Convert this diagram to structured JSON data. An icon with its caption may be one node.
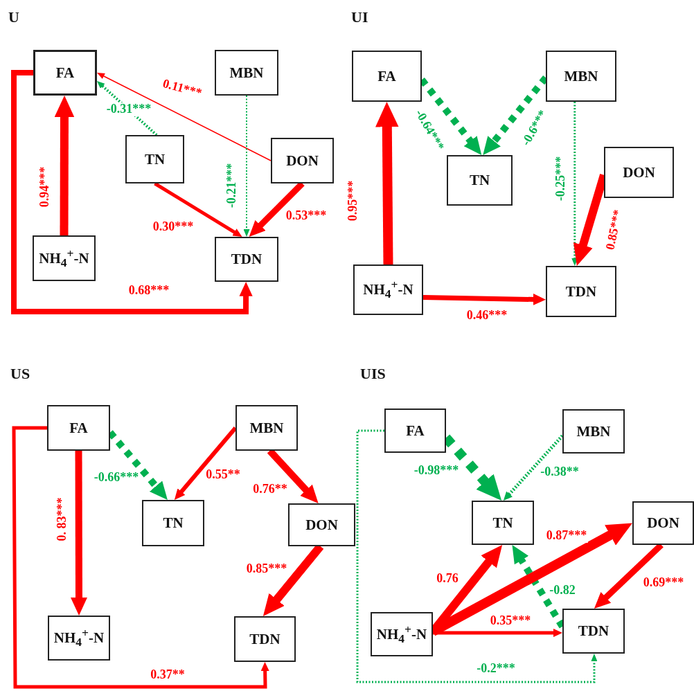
{
  "diagram": {
    "nodes": [
      {
        "text": [
          "FA"
        ]
      },
      {
        "text": [
          "MBN"
        ]
      },
      {
        "text": [
          "TN"
        ]
      },
      {
        "text": [
          "DON"
        ]
      },
      {
        "text": [
          "NH$_{4}$$^{+}$-N"
        ]
      },
      {
        "text": [
          "TDN"
        ]
      },
      {
        "text": [
          "FA"
        ]
      },
      {
        "text": [
          "MBN"
        ]
      },
      {
        "text": [
          "TN"
        ]
      },
      {
        "text": [
          "DON"
        ]
      },
      {
        "text": [
          "NH$_{4}$$^{+}$-N"
        ]
      },
      {
        "text": [
          "TDN"
        ]
      },
      {
        "text": [
          "FA"
        ]
      },
      {
        "text": [
          "MBN"
        ]
      },
      {
        "text": [
          "TN"
        ]
      },
      {
        "text": [
          "DON"
        ]
      },
      {
        "text": [
          "NH$_{4}$$^{+}$-N"
        ]
      },
      {
        "text": [
          "TDN"
        ]
      },
      {
        "text": [
          "FA"
        ]
      },
      {
        "text": [
          "MBN"
        ]
      },
      {
        "text": [
          "TN"
        ]
      },
      {
        "text": [
          "DON"
        ]
      },
      {
        "text": [
          "NH$_{4}$$^{+}$-N"
        ]
      },
      {
        "text": [
          "TDN"
        ]
      }
    ],
    "edges": [
      {
        "from": 4,
        "to": 0,
        "arrow": "to",
        "label": "0.94***"
      },
      {
        "from": 2,
        "to": 0,
        "arrow": "to",
        "label": "-0.31***",
        "style": "dashed",
        "color": "#00b050"
      },
      {
        "from": 3,
        "to": 0,
        "arrow": "to",
        "label": "0.11***"
      },
      {
        "from": 1,
        "to": 5,
        "arrow": "to",
        "label": "-0.21***",
        "style": "dashed",
        "color": "#00b050"
      },
      {
        "from": 2,
        "to": 5,
        "arrow": "to",
        "label": "0.30***"
      },
      {
        "from": 3,
        "to": 5,
        "arrow": "to",
        "label": "0.53***"
      },
      {
        "from": 0,
        "to": 5,
        "arrow": "to",
        "label": "0.68***"
      },
      {
        "from": 10,
        "to": 6,
        "arrow": "to",
        "label": "0.95***"
      },
      {
        "from": 6,
        "to": 8,
        "arrow": "to",
        "label": "-0.64***",
        "style": "dashed",
        "color": "#00b050"
      },
      {
        "from": 7,
        "to": 8,
        "arrow": "to",
        "label": "-0.6***",
        "style": "dashed",
        "color": "#00b050"
      },
      {
        "from": 7,
        "to": 11,
        "arrow": "to",
        "label": "-0.25***",
        "style": "dashed",
        "color": "#00b050"
      },
      {
        "from": 9,
        "to": 11,
        "arrow": "to",
        "label": "0.85***"
      },
      {
        "from": 10,
        "to": 11,
        "arrow": "to",
        "label": "0.46***"
      },
      {
        "from": 12,
        "to": 16,
        "arrow": "to",
        "label": "0. 83***"
      },
      {
        "from": 12,
        "to": 14,
        "arrow": "to",
        "label": "-0.66***",
        "style": "dashed",
        "color": "#00b050"
      },
      {
        "from": 13,
        "to": 14,
        "arrow": "to",
        "label": "0.55**"
      },
      {
        "from": 13,
        "to": 15,
        "arrow": "to",
        "label": "0.76**"
      },
      {
        "from": 15,
        "to": 17,
        "arrow": "to",
        "label": "0.85***"
      },
      {
        "from": 12,
        "to": 17,
        "arrow": "to",
        "label": "0.37**"
      },
      {
        "from": 18,
        "to": 20,
        "arrow": "to",
        "label": "-0.98***",
        "style": "dashed",
        "color": "#00b050"
      },
      {
        "from": 19,
        "to": 20,
        "arrow": "to",
        "label": "-0.38**",
        "style": "dashed",
        "color": "#00b050"
      },
      {
        "from": 22,
        "to": 20,
        "arrow": "to",
        "label": "0.76"
      },
      {
        "from": 23,
        "to": 20,
        "arrow": "to",
        "label": "-0.82",
        "style": "dashed",
        "color": "#00b050"
      },
      {
        "from": 22,
        "to": 21,
        "arrow": "to",
        "label": "0.87***"
      },
      {
        "from": 22,
        "to": 23,
        "arrow": "to",
        "label": "0.35***"
      },
      {
        "from": 21,
        "to": 23,
        "arrow": "to",
        "label": "0.69***"
      },
      {
        "from": 18,
        "to": 23,
        "arrow": "to",
        "label": "-0.2***",
        "style": "dashed",
        "color": "#00b050"
      }
    ],
    "labels": [
      "U",
      "UI",
      "US",
      "UIS"
    ]
  }
}
